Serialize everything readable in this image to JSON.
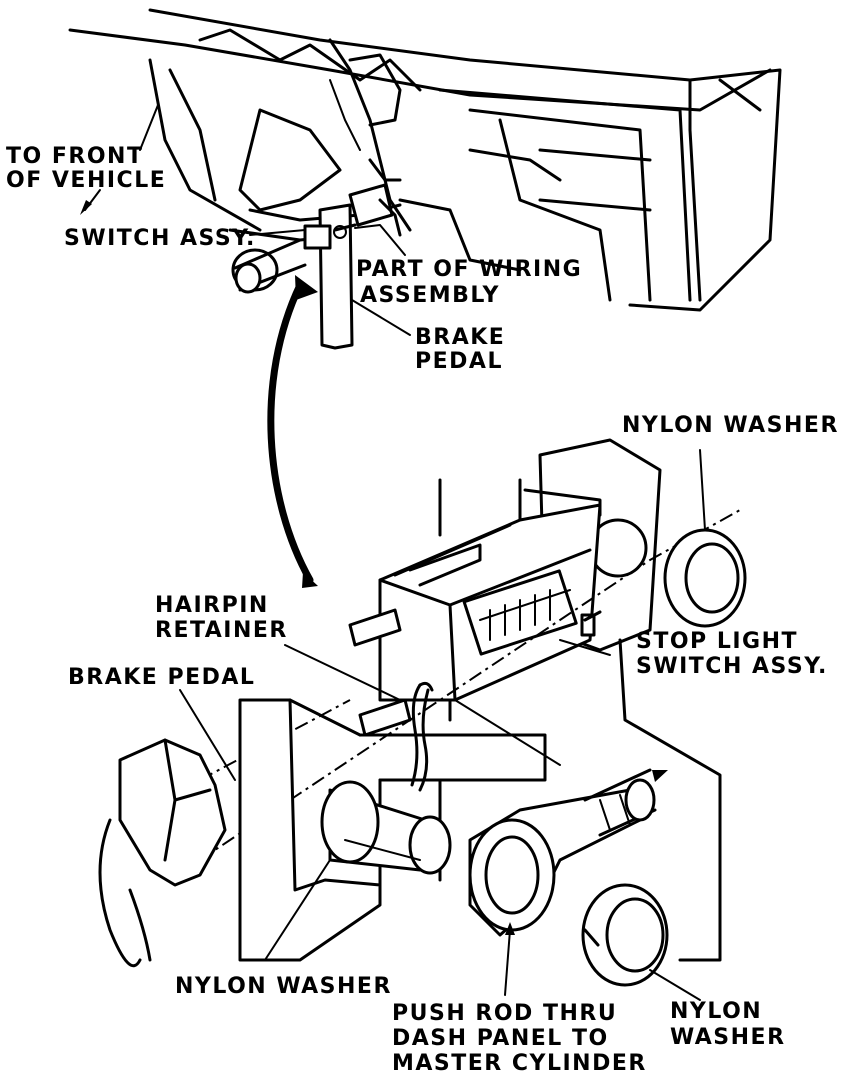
{
  "labels": {
    "to_front_1": "TO FRONT",
    "to_front_2": "OF VEHICLE",
    "switch_assy": "SWITCH ASSY.",
    "wiring_1": "PART OF WIRING",
    "wiring_2": "ASSEMBLY",
    "brake_pedal_top_1": "BRAKE",
    "brake_pedal_top_2": "PEDAL",
    "nylon_washer_top": "NYLON WASHER",
    "hairpin_1": "HAIRPIN",
    "hairpin_2": "RETAINER",
    "brake_pedal_mid": "BRAKE PEDAL",
    "stop_light_1": "STOP LIGHT",
    "stop_light_2": "SWITCH ASSY.",
    "nylon_washer_bottom": "NYLON WASHER",
    "push_rod_1": "PUSH ROD THRU",
    "push_rod_2": "DASH PANEL TO",
    "push_rod_3": "MASTER CYLINDER",
    "nylon_washer_right_1": "NYLON",
    "nylon_washer_right_2": "WASHER"
  }
}
